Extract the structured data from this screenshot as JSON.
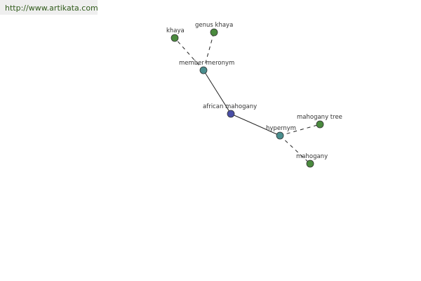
{
  "source_url": "http://www.artikata.com",
  "colors": {
    "center_node": "#4a4fa6",
    "relation_node": "#4a8e8e",
    "term_node": "#4a8a3e",
    "edge": "#222222",
    "url_text": "#2f5a1a"
  },
  "nodes": [
    {
      "id": "center",
      "label": "african mahogany",
      "kind": "center"
    },
    {
      "id": "meronym",
      "label": "member meronym",
      "kind": "relation"
    },
    {
      "id": "hypernym",
      "label": "hypernym",
      "kind": "relation"
    },
    {
      "id": "khaya",
      "label": "khaya",
      "kind": "term"
    },
    {
      "id": "genus_khaya",
      "label": "genus khaya",
      "kind": "term"
    },
    {
      "id": "mahogany_tree",
      "label": "mahogany tree",
      "kind": "term"
    },
    {
      "id": "mahogany",
      "label": "mahogany",
      "kind": "term"
    }
  ],
  "edges": [
    {
      "from": "center",
      "to": "meronym",
      "style": "solid"
    },
    {
      "from": "center",
      "to": "hypernym",
      "style": "solid"
    },
    {
      "from": "meronym",
      "to": "khaya",
      "style": "dashed"
    },
    {
      "from": "meronym",
      "to": "genus_khaya",
      "style": "dashed"
    },
    {
      "from": "hypernym",
      "to": "mahogany_tree",
      "style": "dashed"
    },
    {
      "from": "hypernym",
      "to": "mahogany",
      "style": "dashed"
    }
  ]
}
